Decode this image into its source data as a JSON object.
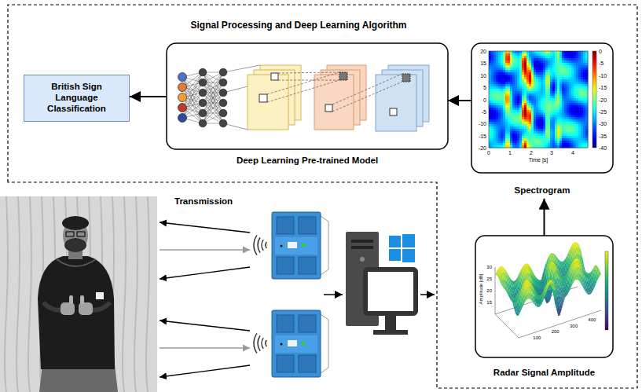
{
  "diagram": {
    "title": "Signal Processing and Deep Learning Algorithm",
    "nodes": [
      {
        "text": [
          "British Sign Language Classification"
        ]
      },
      {
        "text": [
          "Deep Learning Pre-trained Model"
        ]
      },
      {
        "text": [
          "Spectrogram"
        ]
      },
      {
        "text": [
          "Radar Signal Amplitude"
        ]
      }
    ],
    "edges": [
      {
        "from": 1,
        "to": 0,
        "arrow": "to"
      },
      {
        "from": 2,
        "to": 1,
        "arrow": "to"
      },
      {
        "from": 3,
        "to": 2,
        "arrow": "to"
      }
    ],
    "labels": [
      "Transmission",
      "20",
      "15",
      "10",
      "5",
      "0",
      "-5",
      "-10",
      "-15",
      "-20",
      "0",
      "1",
      "2",
      "3",
      "4",
      "Time [s]",
      "0",
      "-5",
      "-10",
      "-15",
      "-20",
      "-25",
      "-30",
      "-35",
      "-40",
      "Amplitude [dB]",
      "30",
      "25",
      "20",
      "15",
      "100",
      "200",
      "300",
      "400"
    ]
  }
}
